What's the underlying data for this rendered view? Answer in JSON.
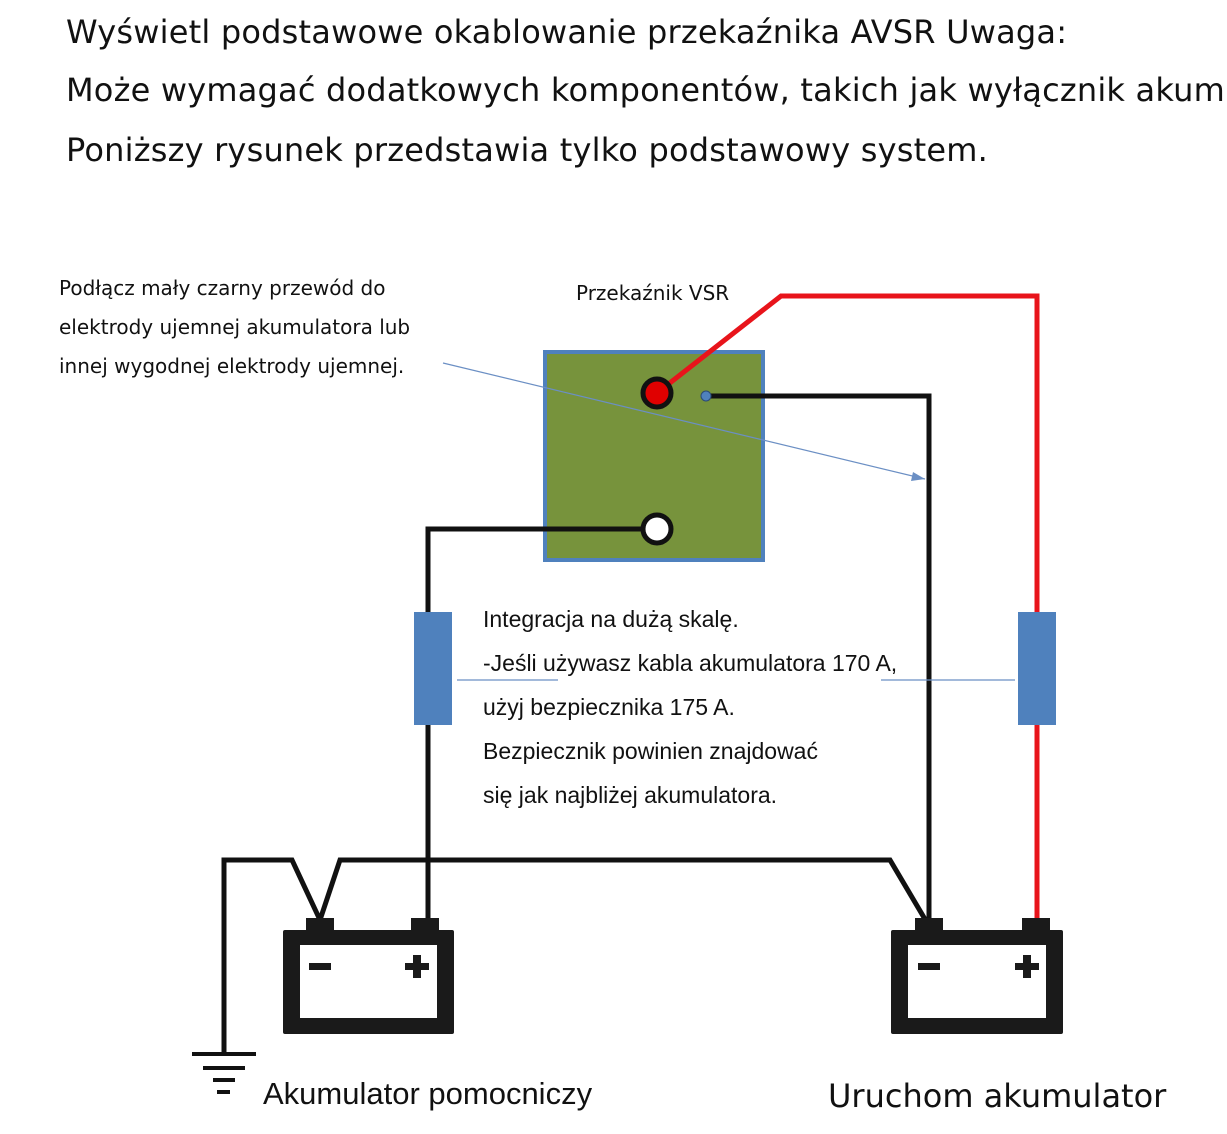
{
  "header": {
    "line1": "Wyświetl podstawowe okablowanie przekaźnika AVSR Uwaga:",
    "line2": "Może wymagać dodatkowych komponentów, takich jak wyłącznik akumu",
    "line3": "Poniższy rysunek przedstawia tylko podstawowy system."
  },
  "ground_note": {
    "lines": [
      "Podłącz mały czarny przewód do",
      "elektrody ujemnej akumulatora lub",
      "innej wygodnej elektrody ujemnej."
    ]
  },
  "relay": {
    "label": "Przekaźnik VSR"
  },
  "fuse_note": {
    "lines": [
      "Integracja na dużą skalę.",
      "-Jeśli używasz kabla akumulatora 170 A,",
      "użyj bezpiecznika 175 A.",
      "Bezpiecznik powinien znajdować",
      "się jak najbliżej akumulatora."
    ]
  },
  "batteries": {
    "auxiliary_label": "Akumulator pomocniczy",
    "starter_label": "Uruchom akumulator"
  },
  "colors": {
    "relay_fill": "#77933c",
    "relay_border": "#4f81bd",
    "fuse": "#4f81bd",
    "positive_wire": "#e8141b",
    "negative_wire": "#111111",
    "battery_body": "#1a1a1a",
    "leader_line": "#6b8fc4",
    "positive_terminal": "#e00000"
  }
}
